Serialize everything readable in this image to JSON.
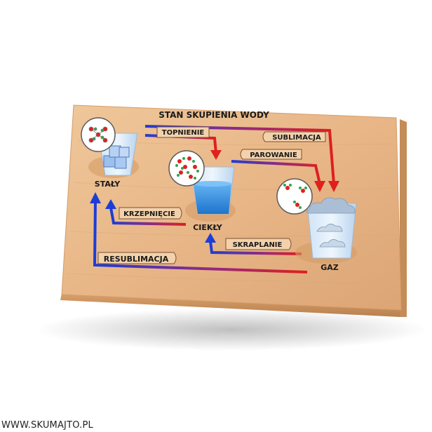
{
  "board": {
    "title": "STAN SKUPIENIA WODY",
    "states": {
      "solid": "STAŁY",
      "liquid": "CIEKŁY",
      "gas": "GAZ"
    },
    "transitions": {
      "melting": "TOPNIENIE",
      "sublimation": "SUBLIMACJA",
      "evaporation": "PAROWANIE",
      "freezing": "KRZEPNIĘCIE",
      "condensation": "SKRAPLANIE",
      "deposition": "RESUBLIMACJA"
    }
  },
  "watermark": "WWW.SKUMAJTO.PL",
  "colors": {
    "wood": "#e9b98a",
    "wood_edge": "#c98f5c",
    "arrow_red": "#e0201c",
    "arrow_blue": "#1c3ed6",
    "water": "#2f8fe0",
    "ice": "#a8c8f0"
  }
}
